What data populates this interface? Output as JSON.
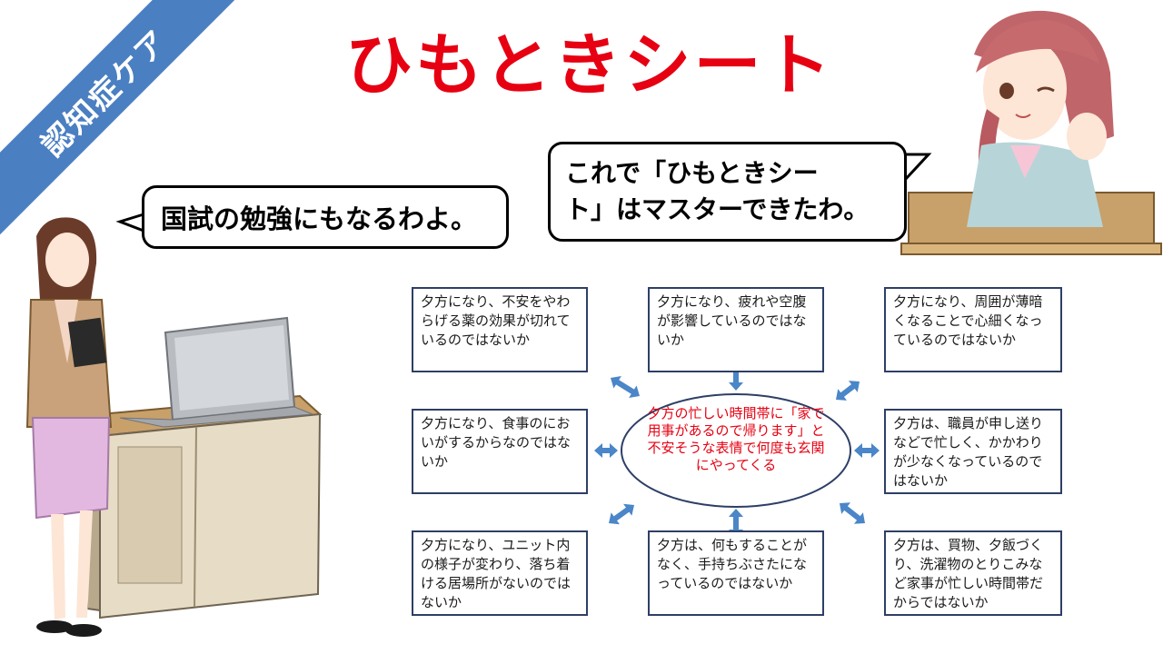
{
  "ribbon": {
    "label": "認知症ケア",
    "color": "#4a7fc1"
  },
  "title": "ひもときシート",
  "bubbles": {
    "left": "国試の勉強にもなるわよ。",
    "right": "これで「ひもときシー\nト」はマスターできたわ。"
  },
  "diagram": {
    "center": "夕方の忙しい時間帯に「家で用事があるので帰ります」と不安そうな表情で何度も玄関にやってくる",
    "boxes": {
      "top_left": "夕方になり、不安をやわらげる薬の効果が切れているのではないか",
      "top_center": "夕方になり、疲れや空腹が影響しているのではないか",
      "top_right": "夕方になり、周囲が薄暗くなることで心細くなっているのではないか",
      "mid_left": "夕方になり、食事のにおいがするからなのではないか",
      "mid_right": "夕方は、職員が申し送りなどで忙しく、かかわりが少なくなっているのではないか",
      "bottom_left": "夕方になり、ユニット内の様子が変わり、落ち着ける居場所がないのではないか",
      "bottom_center": "夕方は、何もすることがなく、手持ちぶさたになっているのではないか",
      "bottom_right": "夕方は、買物、夕飯づくり、洗濯物のとりこみなど家事が忙しい時間帯だからではないか"
    },
    "arrow_color": "#4a86c8",
    "center_text_color": "#e60012"
  }
}
